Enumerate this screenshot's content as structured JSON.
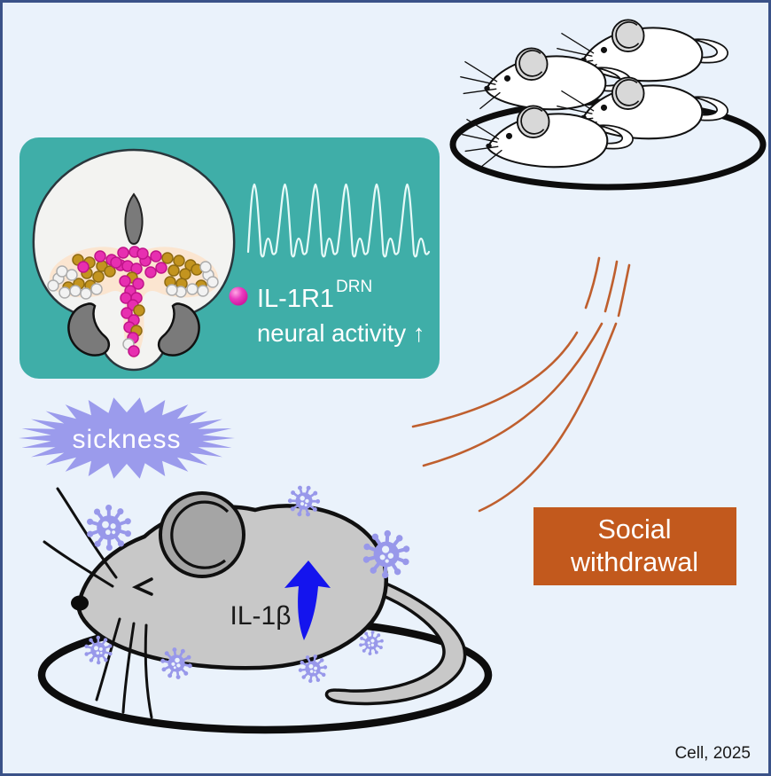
{
  "figure": {
    "credit": "Cell, 2025",
    "background_color": "#EAF2FB",
    "border_color": "#3A5288"
  },
  "drn_panel": {
    "panel_color": "#3FAEA8",
    "legend_gene": "IL-1R1",
    "legend_superscript": "DRN",
    "legend_line2": "neural activity ↑",
    "legend_marker_color": "#E93CC0",
    "waveform_color": "#E6FAF8",
    "waveform_spikes": 6,
    "brain": {
      "fill": "#F3F3F1",
      "outline": "#2A363C",
      "drn_region_color": "#FBE5D0",
      "aqueduct_color": "#7A7A7A",
      "dot_colors": {
        "m": "#E72FB0",
        "g": "#C3941F",
        "w": "#F2F2F2"
      },
      "dot_strokes": {
        "m": "#C01489",
        "g": "#8F6B12",
        "w": "#ADADAD"
      },
      "dots": [
        [
          85,
          290,
          "g"
        ],
        [
          98,
          293,
          "g"
        ],
        [
          112,
          297,
          "g"
        ],
        [
          95,
          305,
          "g"
        ],
        [
          108,
          309,
          "g"
        ],
        [
          121,
          303,
          "g"
        ],
        [
          86,
          317,
          "g"
        ],
        [
          99,
          319,
          "g"
        ],
        [
          74,
          321,
          "g"
        ],
        [
          110,
          286,
          "m"
        ],
        [
          123,
          290,
          "m"
        ],
        [
          91,
          298,
          "m"
        ],
        [
          133,
          296,
          "m"
        ],
        [
          63,
          311,
          "w"
        ],
        [
          57,
          319,
          "w"
        ],
        [
          70,
          327,
          "w"
        ],
        [
          82,
          325,
          "w"
        ],
        [
          94,
          328,
          "w"
        ],
        [
          106,
          323,
          "w"
        ],
        [
          67,
          303,
          "w"
        ],
        [
          78,
          307,
          "w"
        ],
        [
          136,
          282,
          "m"
        ],
        [
          149,
          281,
          "m"
        ],
        [
          128,
          293,
          "m"
        ],
        [
          141,
          297,
          "m"
        ],
        [
          151,
          300,
          "m"
        ],
        [
          146,
          310,
          "g"
        ],
        [
          138,
          314,
          "m"
        ],
        [
          153,
          317,
          "m"
        ],
        [
          144,
          325,
          "m"
        ],
        [
          151,
          333,
          "m"
        ],
        [
          139,
          333,
          "m"
        ],
        [
          147,
          341,
          "m"
        ],
        [
          154,
          347,
          "g"
        ],
        [
          140,
          350,
          "m"
        ],
        [
          148,
          358,
          "m"
        ],
        [
          143,
          366,
          "m"
        ],
        [
          151,
          370,
          "g"
        ],
        [
          147,
          378,
          "m"
        ],
        [
          142,
          385,
          "w"
        ],
        [
          148,
          393,
          "m"
        ],
        [
          186,
          288,
          "g"
        ],
        [
          199,
          291,
          "g"
        ],
        [
          212,
          296,
          "g"
        ],
        [
          193,
          302,
          "g"
        ],
        [
          206,
          306,
          "g"
        ],
        [
          219,
          301,
          "g"
        ],
        [
          189,
          315,
          "g"
        ],
        [
          202,
          317,
          "g"
        ],
        [
          224,
          319,
          "g"
        ],
        [
          173,
          286,
          "m"
        ],
        [
          161,
          291,
          "m"
        ],
        [
          179,
          299,
          "m"
        ],
        [
          167,
          304,
          "m"
        ],
        [
          158,
          283,
          "m"
        ],
        [
          232,
          307,
          "w"
        ],
        [
          237,
          315,
          "w"
        ],
        [
          226,
          325,
          "w"
        ],
        [
          214,
          323,
          "w"
        ],
        [
          201,
          326,
          "w"
        ],
        [
          191,
          324,
          "w"
        ],
        [
          229,
          298,
          "w"
        ]
      ]
    }
  },
  "healthy_group": {
    "mouse_count": 4,
    "body_color": "#FFFFFF",
    "ear_color": "#D8D8D8",
    "enclosure_color": "#0D0D0D"
  },
  "avoidance_lines": {
    "color": "#BF5F2E"
  },
  "sickness_badge": {
    "label": "sickness",
    "fill": "#9B9BEC",
    "text_color": "#FFFFFF",
    "points": 26
  },
  "sick_mouse": {
    "cytokine_label": "IL-1β",
    "arrow_color": "#1414EE",
    "body_color": "#C8C8C8",
    "ear_color": "#A5A5A5",
    "virus_color": "#9898EA",
    "enclosure_color": "#0D0D0D"
  },
  "social_box": {
    "line1": "Social",
    "line2": "withdrawal",
    "fill": "#C2591D",
    "text_color": "#FFFFFF"
  }
}
